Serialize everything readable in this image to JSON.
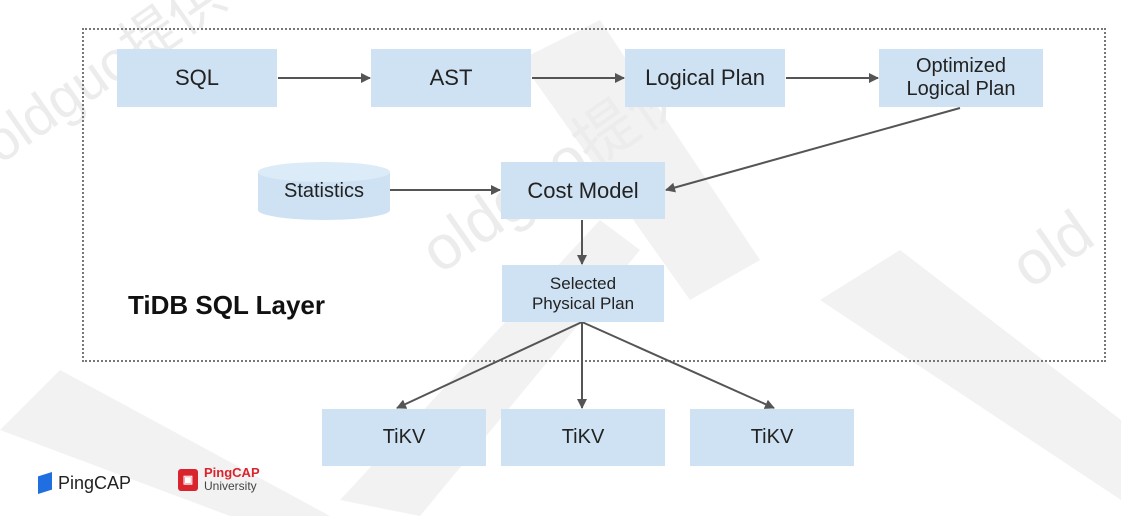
{
  "diagram": {
    "layer_title": "TiDB SQL Layer",
    "nodes": {
      "sql": "SQL",
      "ast": "AST",
      "logical_plan": "Logical Plan",
      "optimized_line1": "Optimized",
      "optimized_line2": "Logical Plan",
      "statistics": "Statistics",
      "cost_model": "Cost Model",
      "selected_line1": "Selected",
      "selected_line2": "Physical Plan",
      "tikv_1": "TiKV",
      "tikv_2": "TiKV",
      "tikv_3": "TiKV"
    }
  },
  "branding": {
    "pingcap": "PingCAP",
    "university_line1": "PingCAP",
    "university_line2": "University"
  },
  "watermark": {
    "text_a": "oldguo提供",
    "text_b": "oldguo提供",
    "text_c": "old"
  },
  "colors": {
    "box_fill": "#cfe2f3",
    "arrow": "#555555",
    "pingcap_blue": "#1f6fe0",
    "university_red": "#d9232d"
  }
}
